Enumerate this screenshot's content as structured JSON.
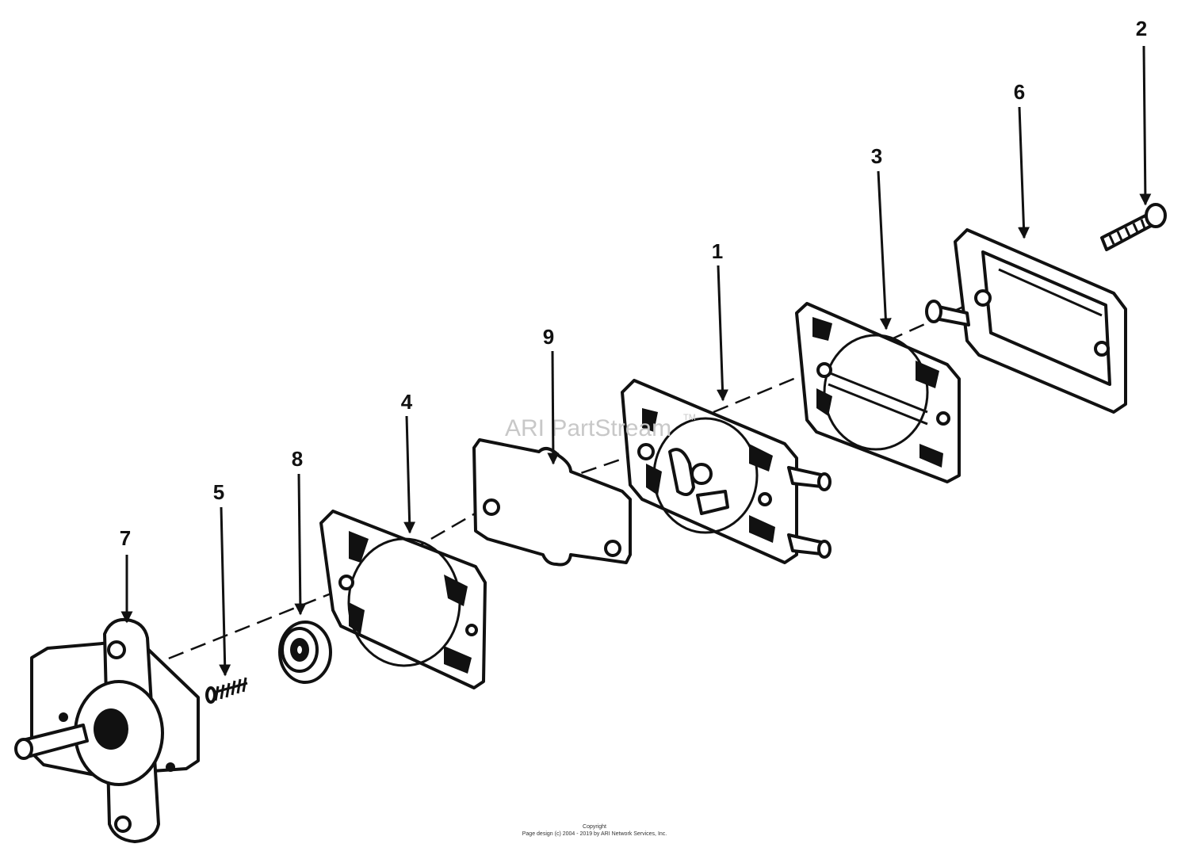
{
  "watermark": {
    "text": "ARI PartStream",
    "tm": "TM"
  },
  "callouts": [
    {
      "id": "1",
      "label": "1"
    },
    {
      "id": "2",
      "label": "2"
    },
    {
      "id": "3",
      "label": "3"
    },
    {
      "id": "4",
      "label": "4"
    },
    {
      "id": "5",
      "label": "5"
    },
    {
      "id": "6",
      "label": "6"
    },
    {
      "id": "7",
      "label": "7"
    },
    {
      "id": "8",
      "label": "8"
    },
    {
      "id": "9",
      "label": "9"
    }
  ],
  "footer": {
    "line1": "Copyright",
    "line2": "Page design (c) 2004 - 2019 by ARI Network Services, Inc."
  }
}
